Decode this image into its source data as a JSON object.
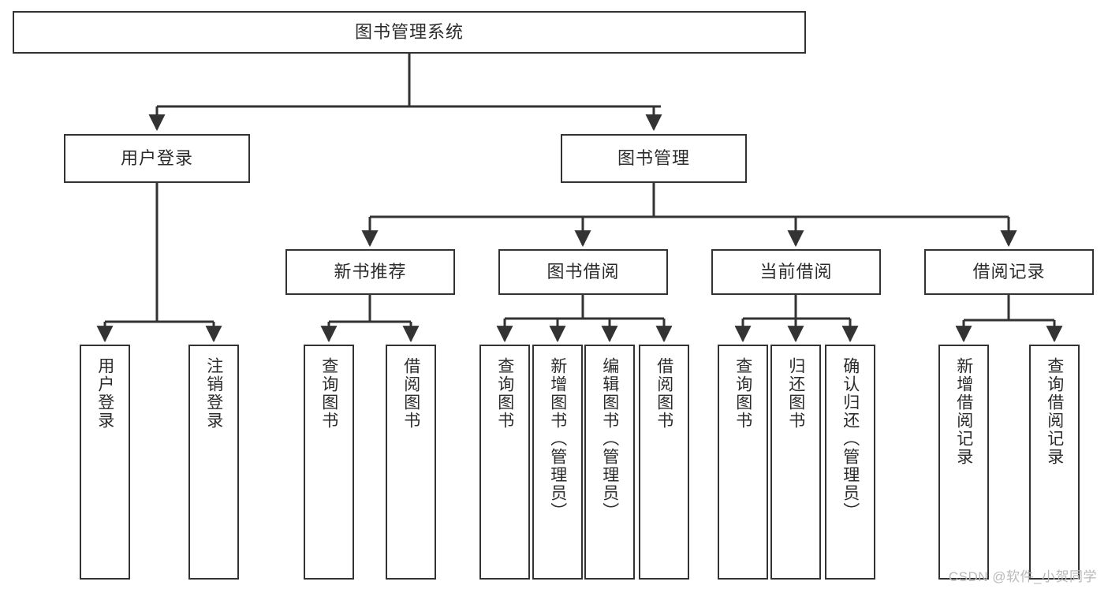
{
  "diagram": {
    "title": "图书管理系统",
    "type": "function-structure-tree",
    "background_color": "#ffffff",
    "box_border_color": "#333333",
    "text_color": "#2b2b2b",
    "edge_color": "#333333"
  },
  "root": {
    "label": "图书管理系统"
  },
  "level2": [
    {
      "label": "用户登录"
    },
    {
      "label": "图书管理"
    }
  ],
  "level3": [
    {
      "label": "新书推荐"
    },
    {
      "label": "图书借阅"
    },
    {
      "label": "当前借阅"
    },
    {
      "label": "借阅记录"
    }
  ],
  "leaves": {
    "user_login": [
      {
        "label": "用户登录"
      },
      {
        "label": "注销登录"
      }
    ],
    "new_book_recommend": [
      {
        "label": "查询图书"
      },
      {
        "label": "借阅图书"
      }
    ],
    "book_borrow": [
      {
        "label": "查询图书"
      },
      {
        "label": "新增图书（管理员）"
      },
      {
        "label": "编辑图书（管理员）"
      },
      {
        "label": "借阅图书"
      }
    ],
    "current_borrow": [
      {
        "label": "查询图书"
      },
      {
        "label": "归还图书"
      },
      {
        "label": "确认归还（管理员）"
      }
    ],
    "borrow_record": [
      {
        "label": "新增借阅记录"
      },
      {
        "label": "查询借阅记录"
      }
    ]
  },
  "watermark": {
    "text": "CSDN @软件_小贺同学"
  }
}
